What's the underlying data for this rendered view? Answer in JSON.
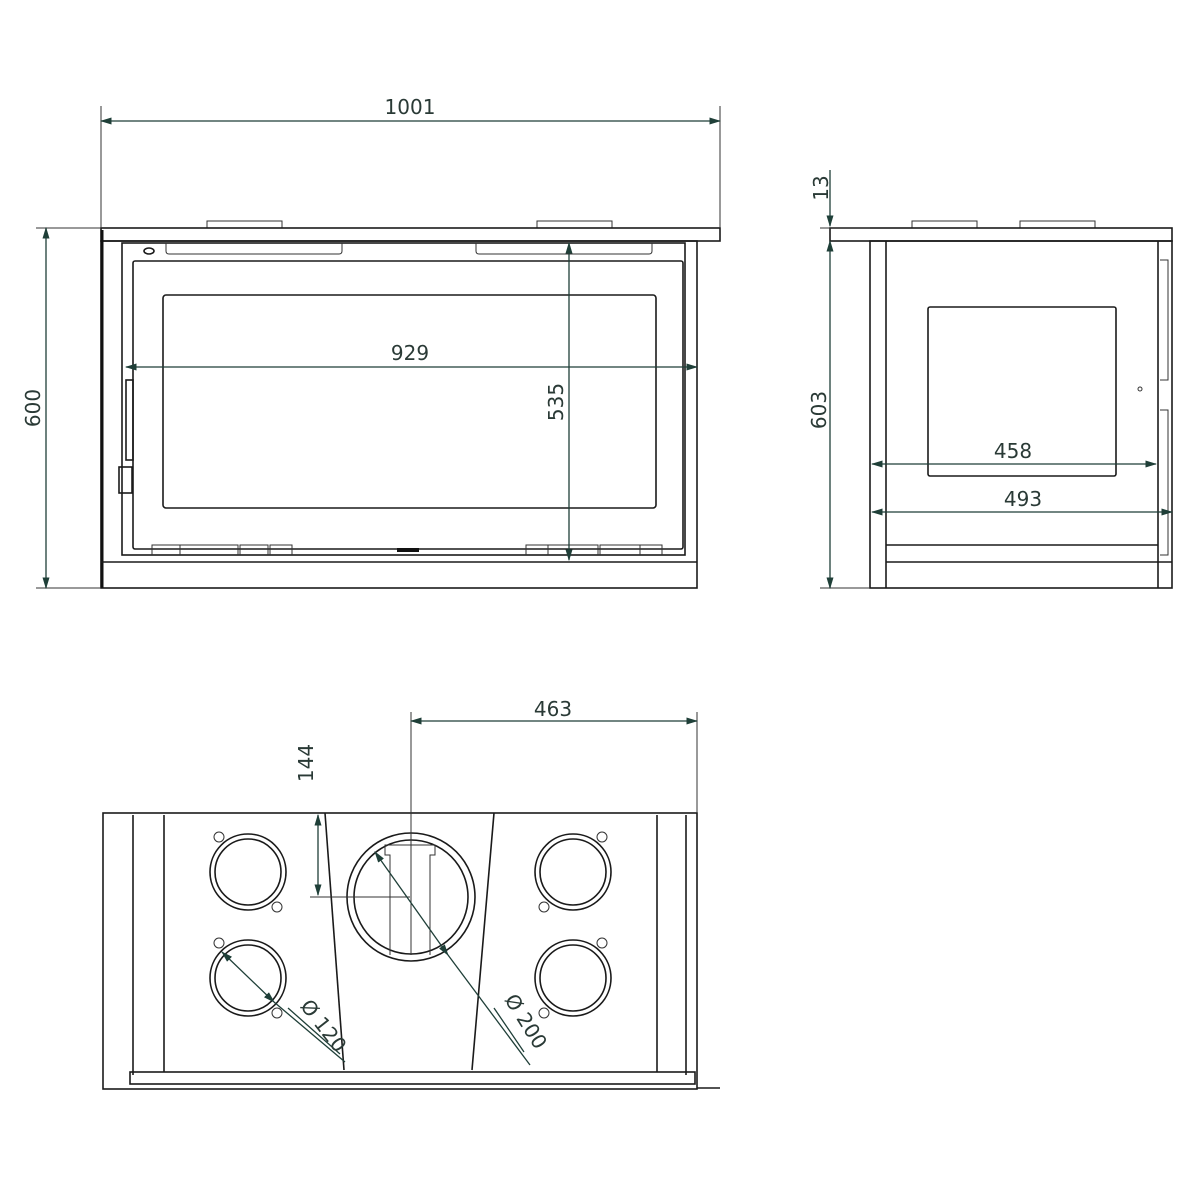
{
  "front_view": {
    "overall_width": "1001",
    "overall_height": "600",
    "door_width": "929",
    "door_height": "535"
  },
  "side_view": {
    "top_offset": "13",
    "overall_height": "603",
    "glass_width": "458",
    "body_depth": "493"
  },
  "top_view": {
    "flue_offset": "463",
    "flue_depth": "144",
    "small_outlet_diameter": "Ø 120",
    "flue_diameter": "Ø 200"
  },
  "colors": {
    "lines": "#1a1a1a",
    "dimensions": "#1f3f38"
  }
}
